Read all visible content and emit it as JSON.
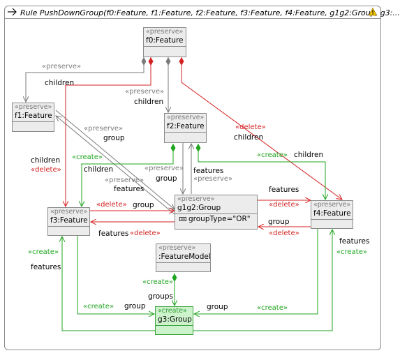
{
  "title": "Rule PushDownGroup(f0:Feature, f1:Feature, f2:Feature, f3:Feature, f4:Feature, g1g2:Group, g3:...",
  "colors": {
    "preserve": "#7a7a7a",
    "delete": "#d42020",
    "create": "#1fa51f"
  },
  "icons": {
    "rule": "rule-arrow-icon",
    "warning": "warning-icon"
  },
  "nodes": {
    "f0": {
      "stereo": "«preserve»",
      "name": "f0:Feature"
    },
    "f1": {
      "stereo": "«preserve»",
      "name": "f1:Feature"
    },
    "f2": {
      "stereo": "«preserve»",
      "name": "f2:Feature"
    },
    "f3": {
      "stereo": "«preserve»",
      "name": "f3:Feature"
    },
    "f4": {
      "stereo": "«preserve»",
      "name": "f4:Feature"
    },
    "g1g2": {
      "stereo": "«preserve»",
      "name": "g1g2:Group",
      "attr_icon": "attribute-icon",
      "attr": "groupType=\"OR\""
    },
    "fm": {
      "stereo": "«preserve»",
      "name": ":FeatureModel"
    },
    "g3": {
      "stereo": "«create»",
      "name": "g3:Group"
    }
  },
  "labels": {
    "preserve": "«preserve»",
    "delete": "«delete»",
    "create": "«create»",
    "children": "children",
    "group": "group",
    "features": "features",
    "groups": "groups"
  }
}
